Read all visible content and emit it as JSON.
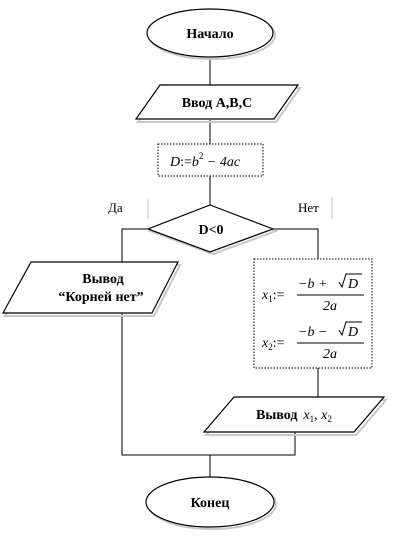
{
  "nodes": {
    "start": "Начало",
    "input": "Ввод A,B,C",
    "discriminant": {
      "lhs": "D",
      "assign": ":=",
      "b": "b",
      "power": "2",
      "rest": " − 4ac"
    },
    "decision": "D<0",
    "output_no_roots": {
      "line1": "Вывод",
      "line2": "“Корней нет”"
    },
    "roots": {
      "x1": {
        "var": "x",
        "sub": "1",
        "assign": ":=",
        "numer_left": "−b +",
        "radicand": "D",
        "denom": "2a"
      },
      "x2": {
        "var": "x",
        "sub": "2",
        "assign": ":=",
        "numer_left": "−b −",
        "radicand": "D",
        "denom": "2a"
      }
    },
    "output_roots": {
      "label": "Вывод",
      "v1": "x",
      "s1": "1",
      "sep": ", ",
      "v2": "x",
      "s2": "2"
    },
    "end": "Конец"
  },
  "branches": {
    "yes": "Да",
    "no": "Нет"
  }
}
